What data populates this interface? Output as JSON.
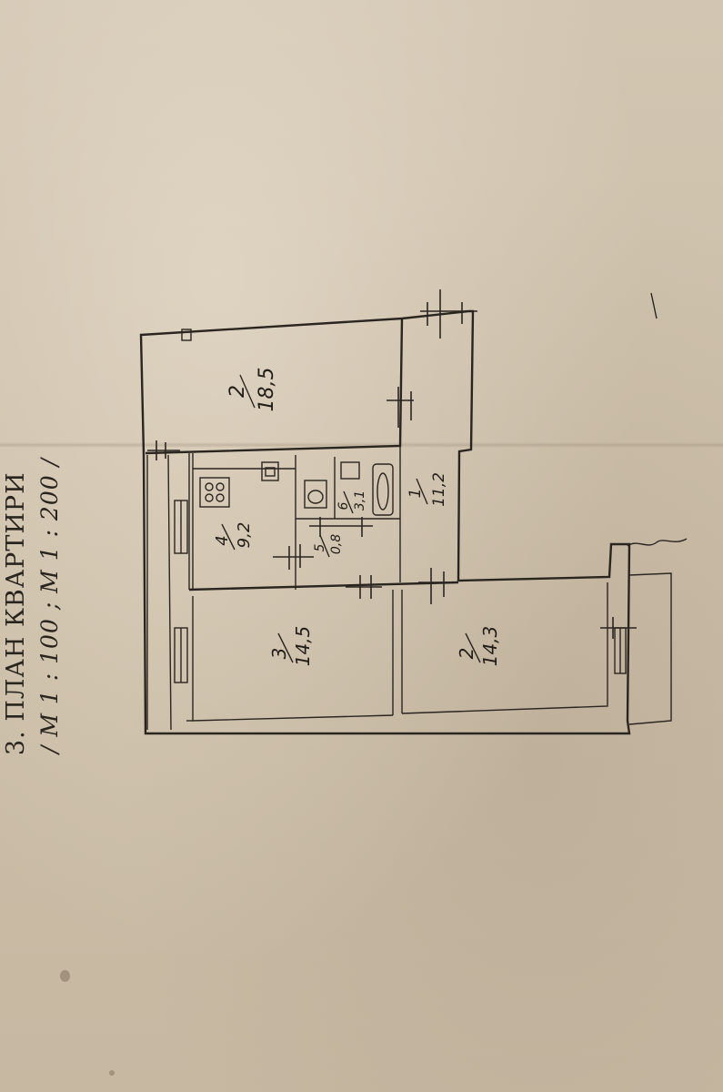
{
  "document": {
    "title": "3. ПЛАН КВАРТИРИ",
    "scale": "/ М 1 : 100 ;   М 1 : 200 /"
  },
  "rooms": [
    {
      "id": "room-2",
      "number": "2",
      "area": "18,5"
    },
    {
      "id": "room-1",
      "number": "1",
      "area": "11,2"
    },
    {
      "id": "room-4",
      "number": "4",
      "area": "9,2"
    },
    {
      "id": "room-6",
      "number": "6",
      "area": "3,1"
    },
    {
      "id": "room-5",
      "number": "5",
      "area": "0,8"
    },
    {
      "id": "room-3",
      "number": "3",
      "area": "14,5"
    },
    {
      "id": "room-7",
      "number": "2",
      "area": "14,3"
    }
  ],
  "colors": {
    "ink": "#2b2520",
    "paper": "#cfc2ad"
  }
}
